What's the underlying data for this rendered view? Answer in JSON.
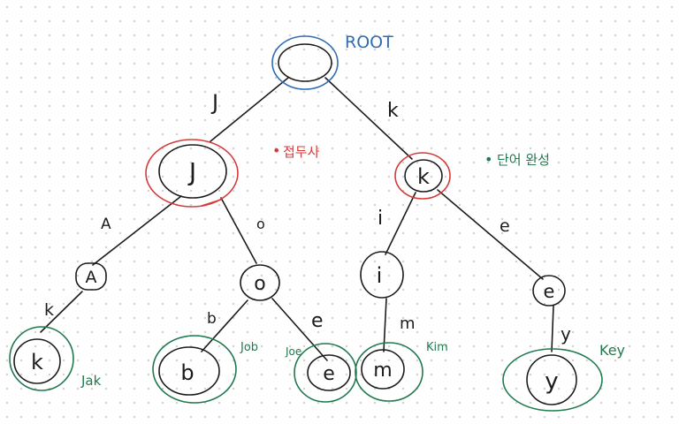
{
  "colors": {
    "ink": "#1c1c1c",
    "root": "#2f6db5",
    "prefix": "#d63a3a",
    "word": "#1f7a4d"
  },
  "legend": {
    "prefix_marker": "•",
    "prefix_label": "접두사",
    "word_marker": "•",
    "word_label": "단어 완성"
  },
  "root": {
    "label": "ROOT",
    "value": ""
  },
  "nodes": {
    "J": {
      "label": "J"
    },
    "K": {
      "label": "k"
    },
    "A": {
      "label": "A"
    },
    "O": {
      "label": "o"
    },
    "I": {
      "label": "i"
    },
    "E": {
      "label": "e"
    },
    "Jk": {
      "label": "k"
    },
    "Jb": {
      "label": "b"
    },
    "Je": {
      "label": "e"
    },
    "Km": {
      "label": "m"
    },
    "Ky": {
      "label": "y"
    }
  },
  "edges": {
    "root_J": "J",
    "root_K": "k",
    "J_A": "A",
    "J_O": "o",
    "K_I": "i",
    "K_E": "e",
    "A_k": "k",
    "O_b": "b",
    "O_e": "e",
    "I_m": "m",
    "E_y": "y"
  },
  "words": {
    "jak": "Jak",
    "job": "Job",
    "joe": "Joe",
    "kim": "Kim",
    "key": "Key"
  }
}
